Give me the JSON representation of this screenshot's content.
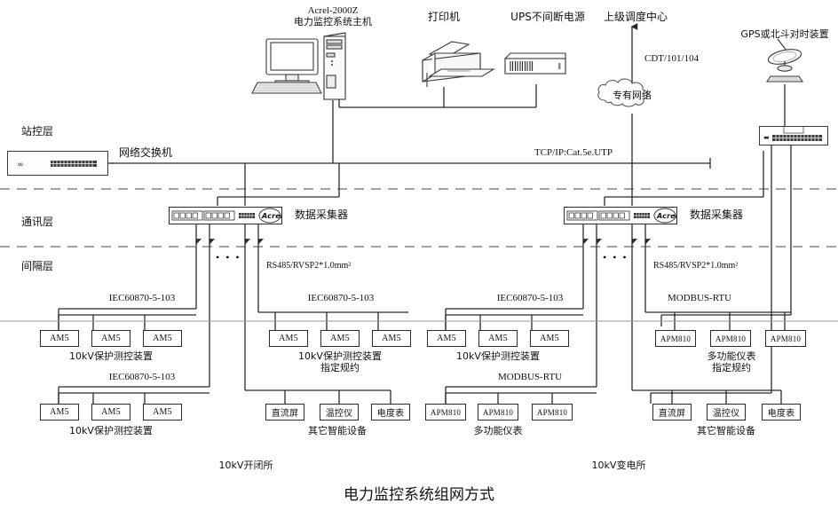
{
  "diagram": {
    "title": "电力监控系统组网方式",
    "layers": [
      {
        "name": "站控层"
      },
      {
        "name": "通讯层"
      },
      {
        "name": "间隔层"
      }
    ],
    "top_devices": [
      {
        "id": "host",
        "title_line1": "Acrel-2000Z",
        "title_line2": "电力监控系统主机",
        "icon": "computer-workstation-icon"
      },
      {
        "id": "printer",
        "title_line1": "打印机",
        "title_line2": "",
        "icon": "printer-icon"
      },
      {
        "id": "ups",
        "title_line1": "UPS不间断电源",
        "title_line2": "",
        "icon": "ups-icon"
      },
      {
        "id": "dispatch",
        "title_line1": "上级调度中心",
        "title_line2": "",
        "icon": "uplink-arrow-icon"
      },
      {
        "id": "gps",
        "title_line1": "GPS或北斗对时装置",
        "title_line2": "",
        "icon": "satellite-dish-icon"
      }
    ],
    "cloud_label": "专有网络",
    "uplink_protocol": "CDT/101/104",
    "backbone_protocol": "TCP/IP:Cat.5e.UTP",
    "switch_label": "网络交换机",
    "collectors": [
      {
        "id": "collector-left",
        "label": "数据采集器",
        "brand": "Acrel"
      },
      {
        "id": "collector-right",
        "label": "数据采集器",
        "brand": "Acrel"
      }
    ],
    "bus_protocol": "RS485/RVSP2*1.0mm²",
    "ellipsis": "• • •",
    "stations": [
      {
        "id": "station-left",
        "label": "10kV开闭所"
      },
      {
        "id": "station-right",
        "label": "10kV变电所"
      }
    ],
    "groups": [
      {
        "id": "grp-1",
        "protocol": "IEC60870-5-103",
        "caption_line1": "10kV保护测控装置",
        "caption_line2": "",
        "devices": [
          "AM5",
          "AM5",
          "AM5"
        ]
      },
      {
        "id": "grp-2",
        "protocol": "IEC60870-5-103",
        "caption_line1": "10kV保护测控装置",
        "caption_line2": "指定规约",
        "devices": [
          "AM5",
          "AM5",
          "AM5"
        ]
      },
      {
        "id": "grp-3",
        "protocol": "IEC60870-5-103",
        "caption_line1": "10kV保护测控装置",
        "caption_line2": "",
        "devices": [
          "AM5",
          "AM5",
          "AM5"
        ]
      },
      {
        "id": "grp-4",
        "protocol": "MODBUS-RTU",
        "caption_line1": "多功能仪表",
        "caption_line2": "指定规约",
        "devices": [
          "APM810",
          "APM810",
          "APM810"
        ]
      },
      {
        "id": "grp-5",
        "protocol": "IEC60870-5-103",
        "caption_line1": "10kV保护测控装置",
        "caption_line2": "",
        "devices": [
          "AM5",
          "AM5",
          "AM5"
        ]
      },
      {
        "id": "grp-6",
        "protocol": "",
        "caption_line1": "其它智能设备",
        "caption_line2": "",
        "devices": [
          "直流屏",
          "温控仪",
          "电度表"
        ]
      },
      {
        "id": "grp-7",
        "protocol": "MODBUS-RTU",
        "caption_line1": "多功能仪表",
        "caption_line2": "",
        "devices": [
          "APM810",
          "APM810",
          "APM810"
        ]
      },
      {
        "id": "grp-8",
        "protocol": "",
        "caption_line1": "其它智能设备",
        "caption_line2": "",
        "devices": [
          "直流屏",
          "温控仪",
          "电度表"
        ]
      }
    ],
    "colors": {
      "line": "#2b2b2b",
      "thin_line": "#8a8a8a",
      "dash": "#6b6b6b",
      "text": "#111111"
    }
  }
}
